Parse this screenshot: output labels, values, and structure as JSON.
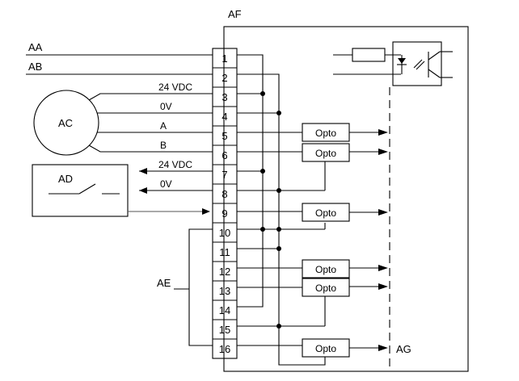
{
  "labels": {
    "af": "AF",
    "aa": "AA",
    "ab": "AB",
    "ac": "AC",
    "ad": "AD",
    "ae": "AE",
    "ag": "AG"
  },
  "terminals": [
    "1",
    "2",
    "3",
    "4",
    "5",
    "6",
    "7",
    "8",
    "9",
    "10",
    "11",
    "12",
    "13",
    "14",
    "15",
    "16"
  ],
  "signals": {
    "s3": "24 VDC",
    "s4": "0V",
    "s5": "A",
    "s6": "B",
    "s7": "24 VDC",
    "s8": "0V"
  },
  "opto": {
    "o56": "Opto",
    "o67": "Opto",
    "o9": "Opto",
    "o12": "Opto",
    "o13": "Opto",
    "o16": "Opto"
  }
}
